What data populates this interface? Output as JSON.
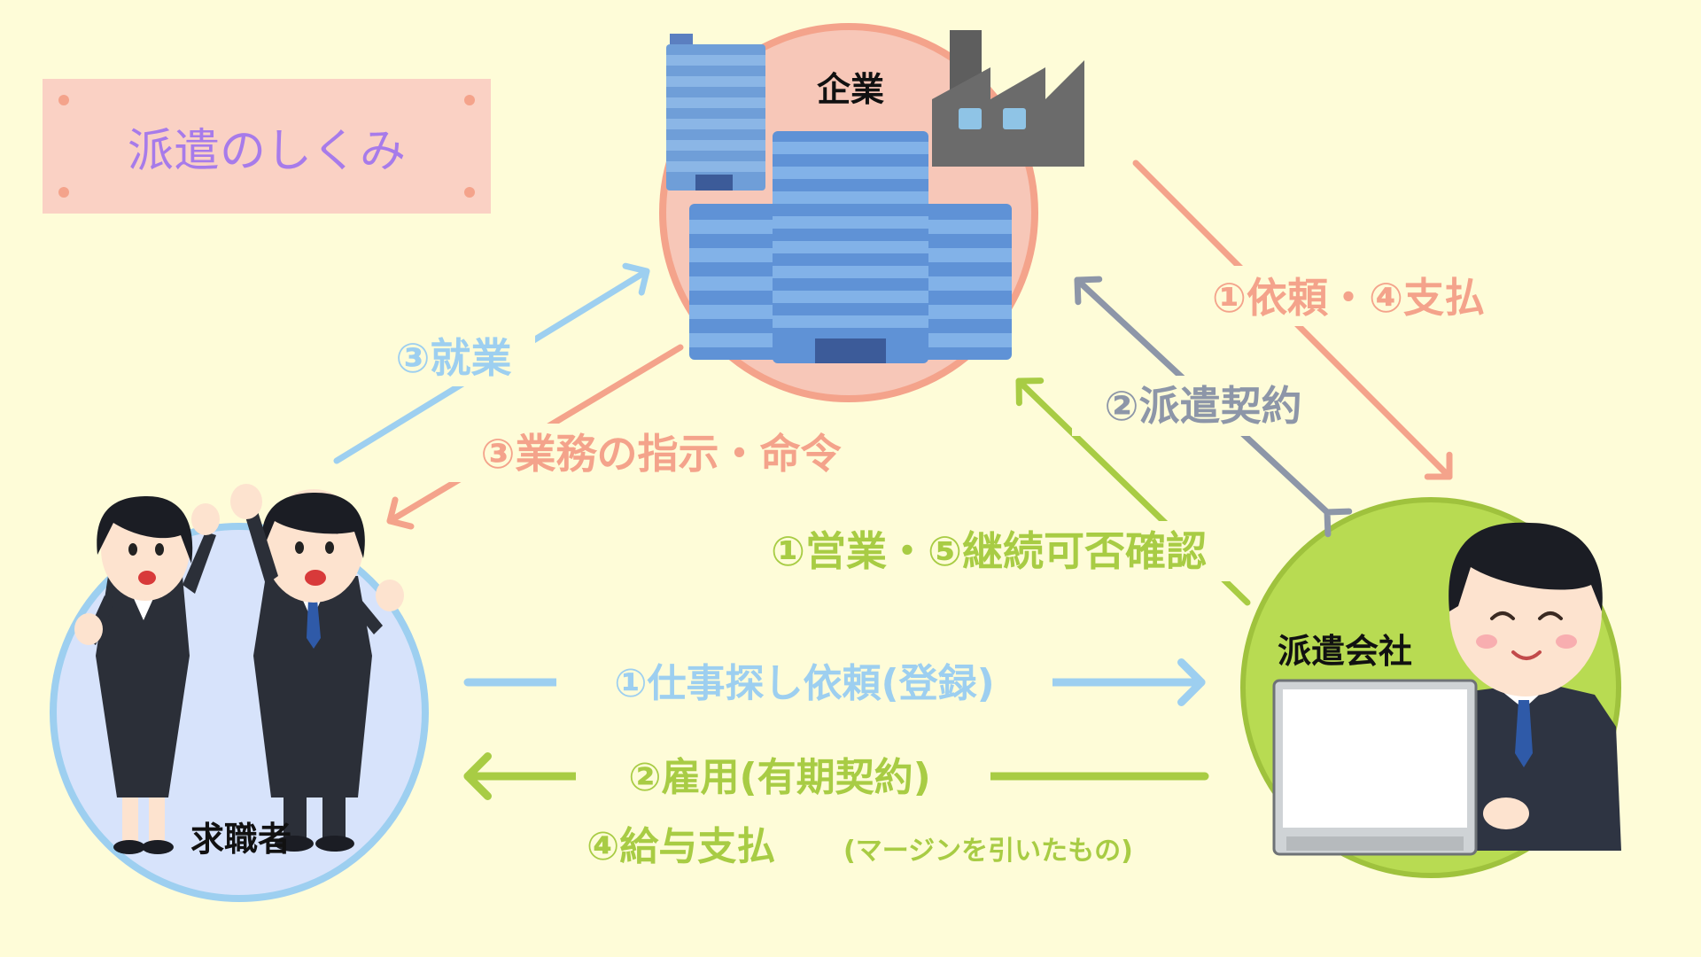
{
  "title": "派遣のしくみ",
  "nodes": {
    "company": "企業",
    "dispatch_agency": "派遣会社",
    "job_seeker": "求職者"
  },
  "flows": {
    "request_payment": "①依頼・④支払",
    "dispatch_contract": "②派遣契約",
    "sales_check": "①営業・⑤継続可否確認",
    "employment": "③就業",
    "instructions": "③業務の指示・命令",
    "job_search_request": "①仕事探し依頼(登録)",
    "hire": "②雇用(有期契約)",
    "salary": "④給与支払",
    "salary_note": "(マージンを引いたもの)"
  },
  "colors": {
    "background": "#fefcd8",
    "salmon": "#f4a38b",
    "blue": "#9dcff0",
    "gray": "#8d96a8",
    "green": "#a8cc44",
    "title_text": "#a77bea"
  }
}
